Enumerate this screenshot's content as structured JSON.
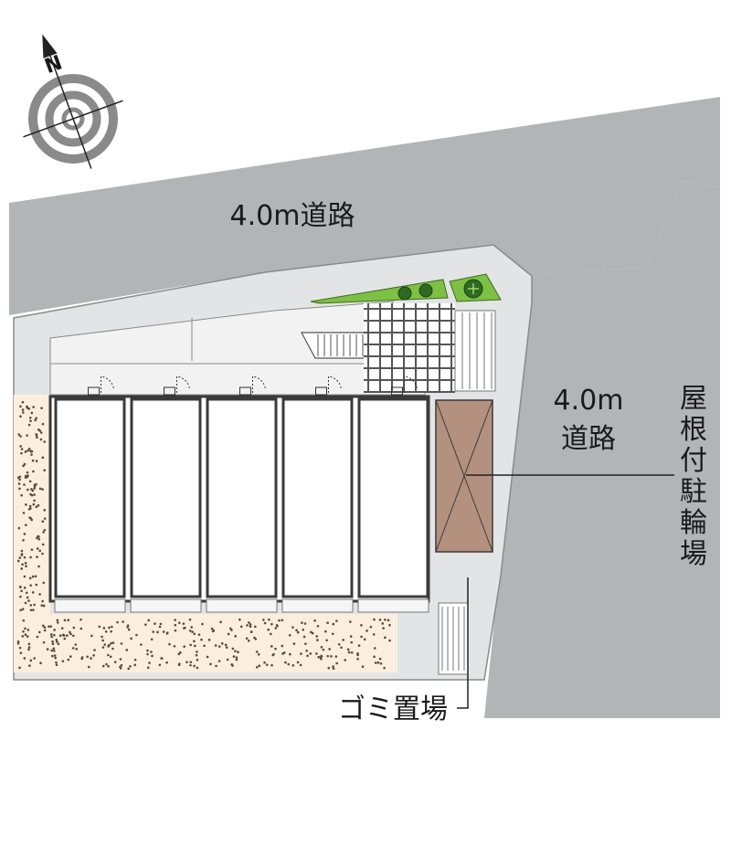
{
  "compass": {
    "north_letter": "N"
  },
  "roads": {
    "north_road_label": "4.0m道路",
    "east_road_width": "4.0m",
    "east_road_word": "道路"
  },
  "callouts": {
    "bike_parking_chars": [
      "屋",
      "根",
      "付",
      "駐",
      "輪",
      "場"
    ],
    "garbage_area": "ゴミ置場"
  },
  "units": {
    "count": 5
  },
  "colors": {
    "road": "#b3b4b6",
    "site": "#e3e4e5",
    "building": "#ffffff",
    "outline": "#3a3a3a",
    "gravel": "#fbeedf",
    "bike_parking": "#b4917f",
    "greenery": "#7dc043"
  }
}
